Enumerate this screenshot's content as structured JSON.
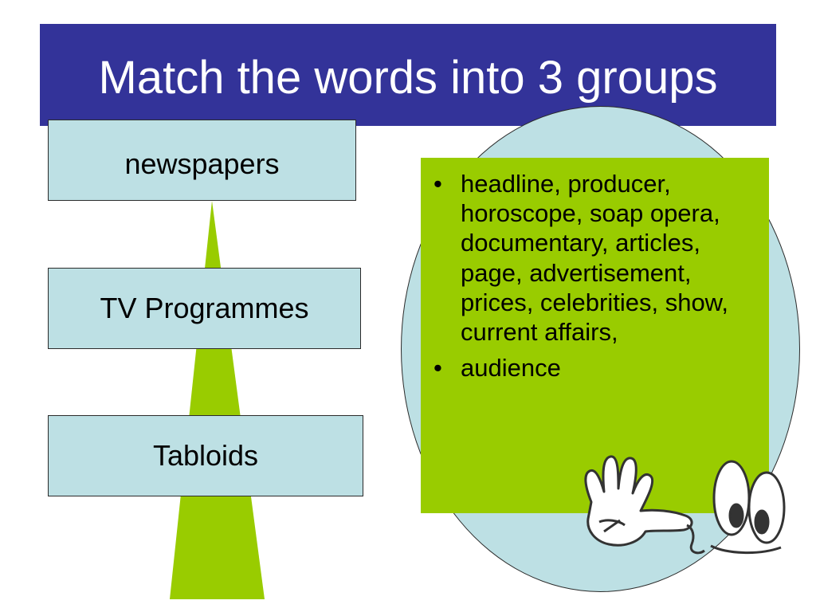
{
  "slide": {
    "title": "Match the words into 3 groups"
  },
  "categories": [
    {
      "label": "newspapers"
    },
    {
      "label": "TV Programmes"
    },
    {
      "label": "Tabloids"
    }
  ],
  "word_list": {
    "items": [
      {
        "bullet": "•",
        "text": "headline, producer, horoscope, soap opera, documentary, articles, page, advertisement, prices, celebrities, show, current affairs,"
      },
      {
        "bullet": "•",
        "text": "audience"
      }
    ]
  },
  "colors": {
    "title_bg": "#333399",
    "box_bg": "#bde0e4",
    "panel_bg": "#99cc00",
    "connector": "#99cc00"
  },
  "decorations": {
    "clipart_icon": "pointing-hand-clipart-icon"
  }
}
